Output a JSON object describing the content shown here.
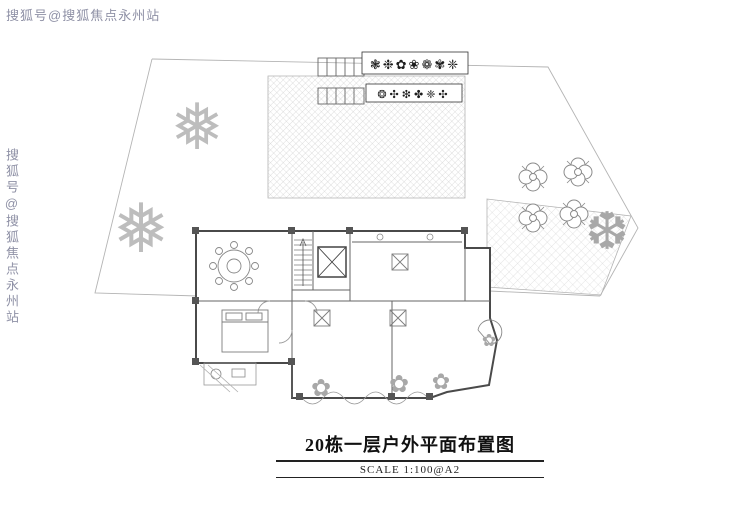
{
  "watermarks": {
    "top": "搜狐号@搜狐焦点永州站",
    "left": "搜狐号@搜狐焦点永州站"
  },
  "title_block": {
    "title": "20栋一层户外平面布置图",
    "scale": "SCALE  1:100@A2"
  },
  "ornaments": {
    "row1": "❃❉✿❀❁✾❈",
    "row2": "❂✣❇✤❈✣"
  },
  "colors": {
    "watermark": "#8f91a6",
    "boundary_line": "#b4b4b4",
    "hatch": "#c9c9c9",
    "wall": "#4a4a4a",
    "furniture": "#7d7d7d",
    "ornament": "#1d1d1d"
  }
}
